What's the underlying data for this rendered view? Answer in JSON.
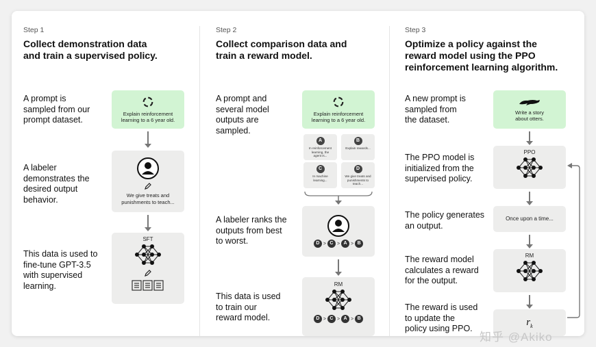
{
  "colors": {
    "prompt_box": "#d2f4d3",
    "model_box": "#ededec",
    "arrow": "#777777",
    "background": "#ffffff"
  },
  "steps": [
    {
      "label": "Step 1",
      "title": [
        "Collect demonstration data",
        "and train a supervised policy."
      ],
      "rows": [
        {
          "desc": [
            "A prompt is",
            "sampled from our",
            "prompt dataset."
          ],
          "box_text": [
            "Explain reinforcement",
            "learning to a 6 year old."
          ],
          "icon": "cycle-icon"
        },
        {
          "desc": [
            "A labeler",
            "demonstrates the",
            "desired output",
            "behavior."
          ],
          "box_text": [
            "We give treats and",
            "punishments to teach..."
          ],
          "icon": "labeler-person-icon"
        },
        {
          "desc": [
            "This data is used to",
            "fine-tune GPT-3.5",
            "with supervised",
            "learning."
          ],
          "box_text": [
            "SFT"
          ],
          "icon": "neural-network-icon"
        }
      ]
    },
    {
      "label": "Step 2",
      "title": [
        "Collect comparison data and",
        "train a reward model."
      ],
      "rows": [
        {
          "desc": [
            "A prompt and",
            "several model",
            "outputs are",
            "sampled."
          ],
          "box_text": [
            "Explain reinforcement",
            "learning to a 6 year old."
          ],
          "icon": "cycle-icon"
        },
        {
          "desc": [
            "A labeler ranks the",
            "outputs from best",
            "to worst."
          ],
          "icon": "labeler-person-icon"
        },
        {
          "desc": [
            "This data is used",
            "to train our",
            "reward model."
          ],
          "box_text": [
            "RM"
          ],
          "icon": "neural-network-icon"
        }
      ],
      "outputs": [
        {
          "letter": "A",
          "text": [
            "In reinforcement",
            "learning, the",
            "agent is..."
          ]
        },
        {
          "letter": "B",
          "text": [
            "Explain rewards..."
          ]
        },
        {
          "letter": "C",
          "text": [
            "In machine",
            "learning..."
          ]
        },
        {
          "letter": "D",
          "text": [
            "We give treats and",
            "punishments to",
            "teach..."
          ]
        }
      ],
      "ranking": [
        "D",
        "C",
        "A",
        "B"
      ],
      "ranking_separator": ">"
    },
    {
      "label": "Step 3",
      "title": [
        "Optimize a policy against the",
        "reward model using the PPO",
        "reinforcement learning algorithm."
      ],
      "rows": [
        {
          "desc": [
            "A new prompt is",
            "sampled from",
            "the dataset."
          ],
          "box_text": [
            "Write a story",
            "about otters."
          ],
          "icon": "otter-icon"
        },
        {
          "desc": [
            "The PPO model is",
            "initialized from the",
            "supervised policy."
          ],
          "box_text": [
            "PPO"
          ],
          "icon": "neural-network-icon"
        },
        {
          "desc": [
            "The policy generates",
            "an output."
          ],
          "box_text": [
            "Once upon a time..."
          ]
        },
        {
          "desc": [
            "The reward model",
            "calculates a reward",
            "for the output."
          ],
          "box_text": [
            "RM"
          ],
          "icon": "neural-network-icon"
        },
        {
          "desc": [
            "The reward is used",
            "to update the",
            "policy using PPO."
          ],
          "box_text": [
            "r",
            "k"
          ]
        }
      ]
    }
  ],
  "watermark": "知乎 @Akiko"
}
